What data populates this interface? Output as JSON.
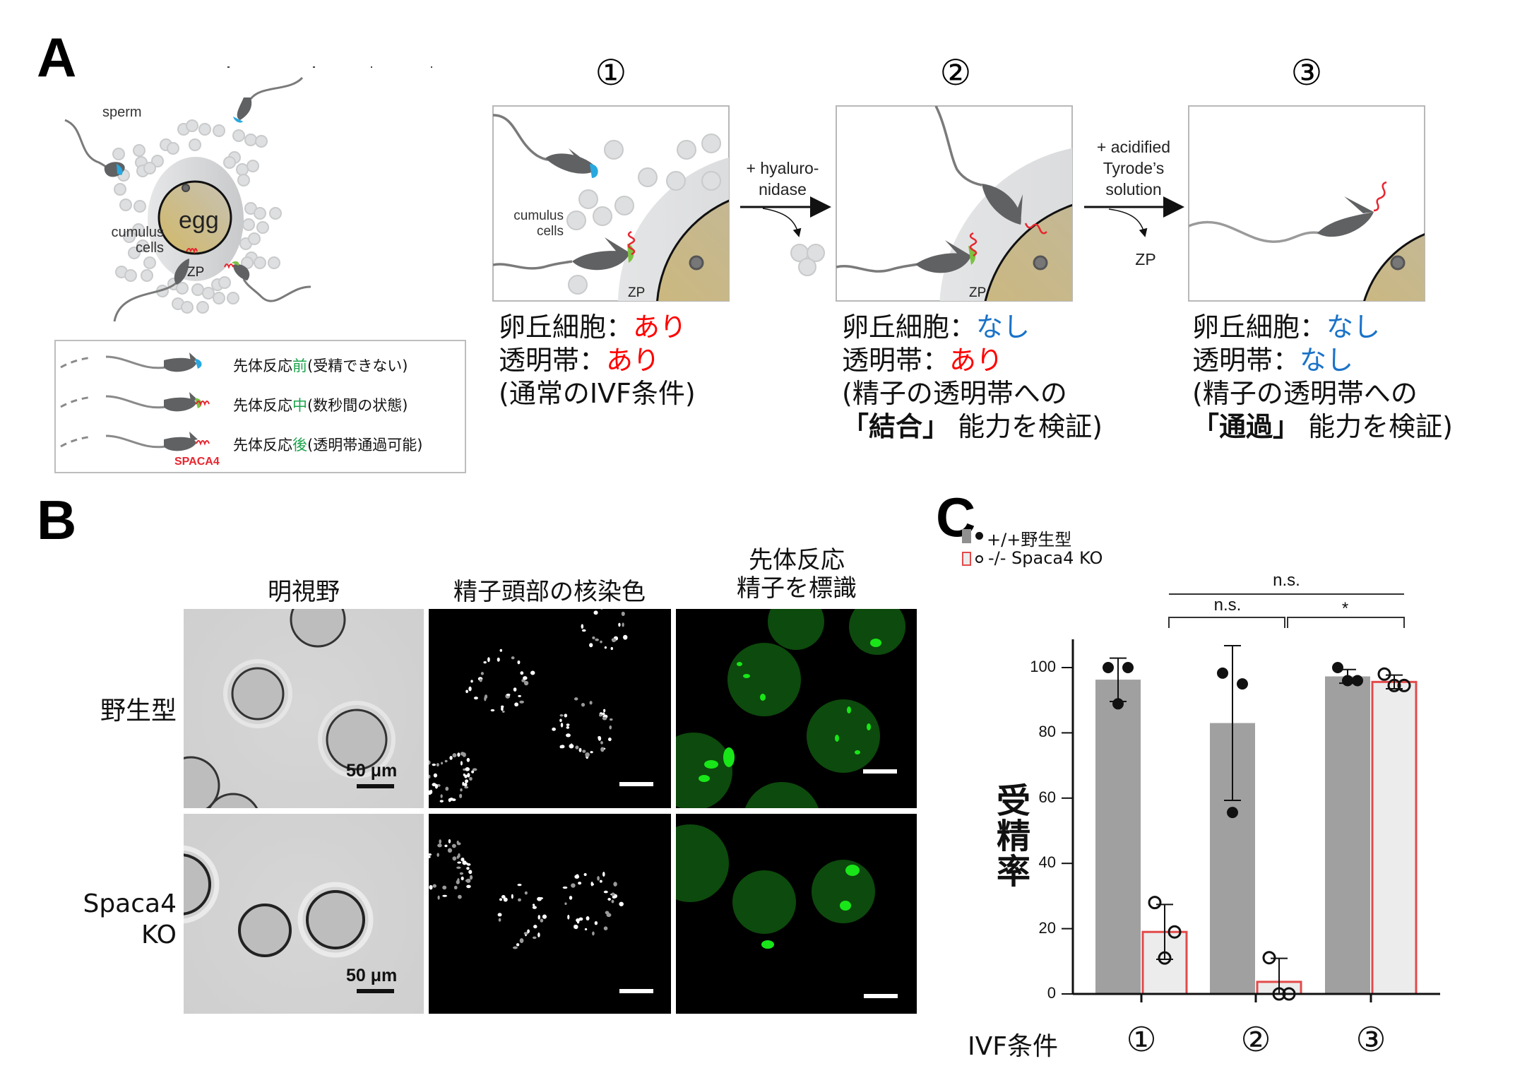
{
  "panels": {
    "A": {
      "letter": "A",
      "overview": {
        "sperm_label": "sperm",
        "cumulus_label_line1": "cumulus",
        "cumulus_label_line2": "cells",
        "egg_label": "egg",
        "zp_label": "ZP"
      },
      "legend": {
        "rows": [
          {
            "prefix": "先体反応",
            "stage": "前",
            "suffix": "(受精できない)"
          },
          {
            "prefix": "先体反応",
            "stage": "中",
            "suffix": "(数秒間の状態)"
          },
          {
            "prefix": "先体反応",
            "stage": "後",
            "suffix": "(透明帯通過可能)"
          }
        ],
        "protein_label": "SPACA4"
      },
      "conditions": [
        {
          "number": "①",
          "cumulus_label": "cumulus",
          "cells_label": "cells",
          "zp_label": "ZP",
          "line1_label": "卵丘細胞：",
          "line1_value": "あり",
          "line1_color": "#ff0000",
          "line2_label": "透明帯：",
          "line2_value": "あり",
          "line2_color": "#ff0000",
          "line3": "(通常のIVF条件)",
          "line4_bold": "",
          "line4_rest": ""
        },
        {
          "number": "②",
          "zp_label": "ZP",
          "line1_label": "卵丘細胞：",
          "line1_value": "なし",
          "line1_color": "#1a73c8",
          "line2_label": "透明帯：",
          "line2_value": "あり",
          "line2_color": "#ff0000",
          "line3": "(精子の透明帯への",
          "line4_bold": "「結合」",
          "line4_rest": "能力を検証)"
        },
        {
          "number": "③",
          "line1_label": "卵丘細胞：",
          "line1_value": "なし",
          "line1_color": "#1a73c8",
          "line2_label": "透明帯：",
          "line2_value": "なし",
          "line2_color": "#1a73c8",
          "line3": "(精子の透明帯への",
          "line4_bold": "「通過」",
          "line4_rest": "能力を検証)"
        }
      ],
      "arrows": [
        {
          "lines": [
            "+ hyaluro-",
            "nidase"
          ]
        },
        {
          "lines": [
            "+ acidified",
            "Tyrode’s",
            "solution"
          ],
          "removed": "ZP"
        }
      ]
    },
    "B": {
      "letter": "B",
      "columns": [
        "明視野",
        "精子頭部の核染色",
        "先体反応\n精子を標識"
      ],
      "column3_line1": "先体反応",
      "column3_line2": "精子を標識",
      "rows": [
        "野生型",
        "Spaca4\nKO"
      ],
      "row2_line1": "Spaca4",
      "row2_line2": "KO",
      "scale_bar_label": "50 μm"
    },
    "C": {
      "letter": "C"
    }
  },
  "colors": {
    "wt_bar": "#a0a0a0",
    "ko_bar_fill": "#ececec",
    "ko_bar_edge": "#e24a4a",
    "red_text": "#ff0000",
    "blue_text": "#1a73c8",
    "green_text": "#1aa34a",
    "acrosome_blue": "#29a8e0",
    "acrosome_green": "#7cc242",
    "spaca4_red": "#e8252f",
    "egg": "#c9b888",
    "zp": "#d8d9db",
    "fluor_green": "#19e619"
  },
  "chart_data": {
    "type": "bar",
    "title": "",
    "xlabel": "IVF条件",
    "ylabel": "受精率",
    "categories": [
      "①",
      "②",
      "③"
    ],
    "ylim": [
      0,
      108
    ],
    "yticks": [
      0,
      20,
      40,
      60,
      80,
      100
    ],
    "grid": false,
    "legend_position": "top-left",
    "series": [
      {
        "name": "+/+野生型",
        "marker": "filled-circle",
        "values": [
          96.3,
          83,
          97.3
        ],
        "error": [
          [
            89.6,
            102.9
          ],
          [
            59.3,
            106.7
          ],
          [
            95.2,
            99.4
          ]
        ],
        "points": [
          [
            100,
            100,
            88.9
          ],
          [
            98.3,
            95,
            55.6
          ],
          [
            100,
            96,
            96
          ]
        ]
      },
      {
        "name": "-/- Spaca4 KO",
        "marker": "open-circle",
        "values": [
          19,
          3.7,
          95.6
        ],
        "error": [
          [
            10.6,
            27.4
          ],
          [
            0,
            10.9
          ],
          [
            93.5,
            97.7
          ]
        ],
        "points": [
          [
            28,
            19,
            11
          ],
          [
            11.1,
            0,
            0
          ],
          [
            98,
            94.5,
            94.5
          ]
        ]
      }
    ],
    "significance": [
      {
        "between": [
          "② KO",
          "③ KO"
        ],
        "label": "*"
      },
      {
        "between": [
          "① KO",
          "② KO"
        ],
        "label": "n.s."
      },
      {
        "between": [
          "① KO",
          "③ KO"
        ],
        "label": "n.s."
      }
    ]
  }
}
